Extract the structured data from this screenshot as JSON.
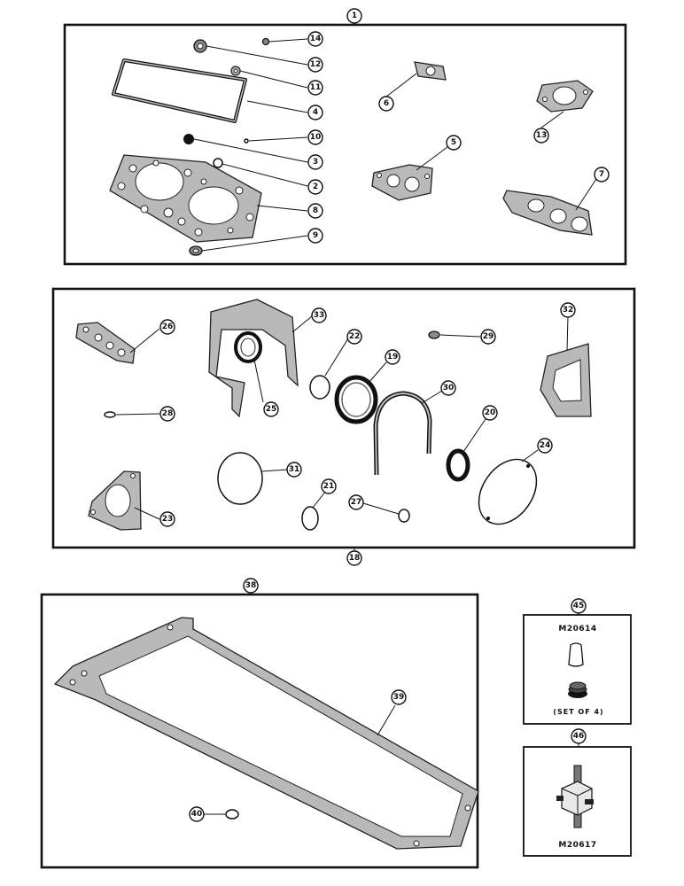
{
  "callouts": [
    "1",
    "2",
    "3",
    "4",
    "5",
    "6",
    "7",
    "8",
    "9",
    "10",
    "11",
    "12",
    "13",
    "14",
    "18",
    "19",
    "20",
    "21",
    "22",
    "23",
    "24",
    "25",
    "26",
    "27",
    "28",
    "29",
    "30",
    "31",
    "32",
    "33",
    "38",
    "39",
    "40",
    "45",
    "46"
  ],
  "kit_45": {
    "part_number": "M20614",
    "note": "(SET OF 4)"
  },
  "kit_46": {
    "part_number": "M20617"
  }
}
